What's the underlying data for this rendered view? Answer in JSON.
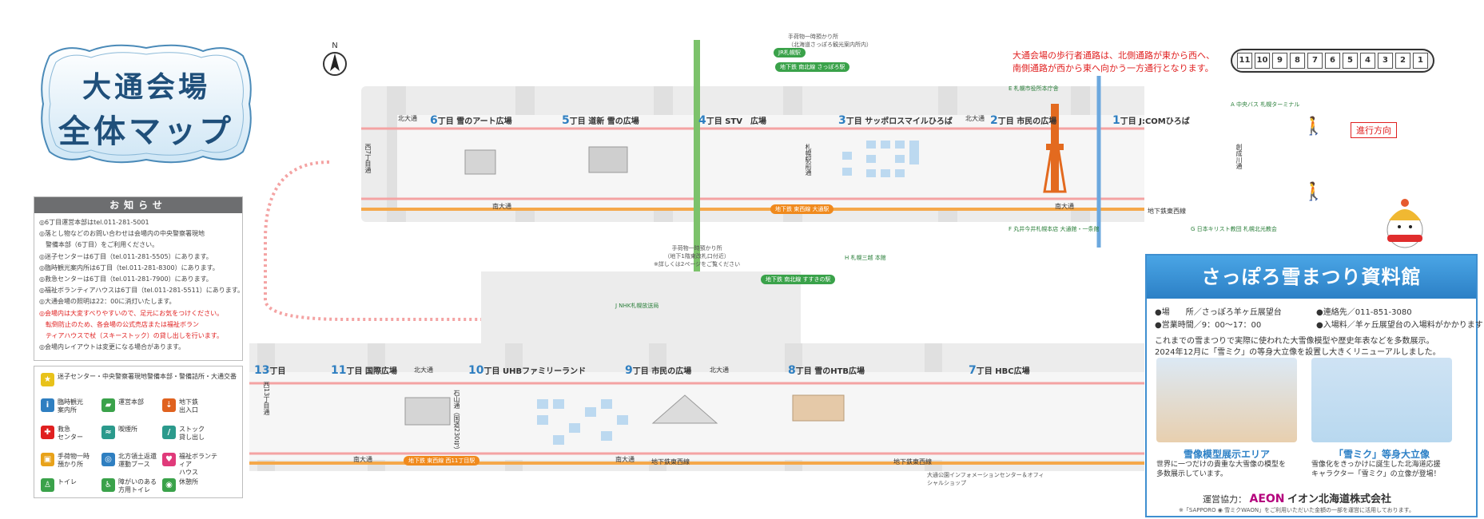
{
  "title": {
    "line1": "大通会場",
    "line2": "全体マップ"
  },
  "north_label": "N",
  "notice": {
    "heading": "お知らせ",
    "lines": [
      "◎6丁目運営本部はtel.011-281-5001",
      "◎落とし物などのお問い合わせは会場内の中央警察署現地",
      "　警備本部（6丁目）をご利用ください。",
      "◎迷子センターは6丁目（tel.011-281-5505）にあります。",
      "◎臨時観光案内所は6丁目（tel.011-281-8300）にあります。",
      "◎救急センターは6丁目（tel.011-281-7900）にあります。",
      "◎福祉ボランティアハウスは6丁目（tel.011-281-5511）にあります。",
      "◎大通会場の照明は22：00に消灯いたします。",
      "◎会場内は大変すべりやすいので、足元にお気をつけください。",
      "　転倒防止のため、各会場の公式売店または福祉ボラン",
      "　ティアハウスで杖（スキーストック）の貸し出しを行います。",
      "◎会場内レイアウトは変更になる場合があります。"
    ]
  },
  "legend": [
    {
      "icon": "star-icon",
      "color": "#e8c21a",
      "glyph": "★",
      "text": "迷子センター・中央警察署現地警備本部・警備詰所・大通交番"
    },
    {
      "icon": "info-icon",
      "color": "#2f7fc1",
      "glyph": "i",
      "text": "臨時観光\n案内所"
    },
    {
      "icon": "headquarters-icon",
      "color": "#3aa24a",
      "glyph": "▰",
      "text": "運営本部"
    },
    {
      "icon": "subway-icon",
      "color": "#e0621f",
      "glyph": "⇣",
      "text": "地下鉄\n出入口"
    },
    {
      "icon": "first-aid-icon",
      "color": "#e02020",
      "glyph": "✚",
      "text": "救急\nセンター"
    },
    {
      "icon": "smoking-icon",
      "color": "#2b9a8c",
      "glyph": "≈",
      "text": "喫煙所"
    },
    {
      "icon": "ski-stock-icon",
      "color": "#2b9a8c",
      "glyph": "/",
      "text": "ストック\n貸し出し"
    },
    {
      "icon": "luggage-icon",
      "color": "#e8a21a",
      "glyph": "▣",
      "text": "手荷物一時\n預かり所"
    },
    {
      "icon": "territory-booth-icon",
      "color": "#2f7fc1",
      "glyph": "◎",
      "text": "北方領土返還\n運動ブース"
    },
    {
      "icon": "welfare-icon",
      "color": "#e03a7a",
      "glyph": "♥",
      "text": "福祉ボランティア\nハウス"
    },
    {
      "icon": "toilet-icon",
      "color": "#3aa24a",
      "glyph": "♙",
      "text": "トイレ"
    },
    {
      "icon": "accessible-toilet-icon",
      "color": "#3aa24a",
      "glyph": "♿",
      "text": "障がいのある\n方用トイレ"
    },
    {
      "icon": "rest-area-icon",
      "color": "#3aa24a",
      "glyph": "◉",
      "text": "休憩所"
    }
  ],
  "top_note": {
    "line1": "大通会場の歩行者通路は、北側通路が東から西へ、",
    "line2": "南側通路が西から東へ向かう一方通行となります。"
  },
  "corner_numbers": [
    "11",
    "10",
    "9",
    "8",
    "7",
    "6",
    "5",
    "4",
    "3",
    "2",
    "1"
  ],
  "direction_label": "進行方向",
  "streets": {
    "north": "北大通",
    "south": "南大通",
    "subway_east_west": "地下鉄東西線",
    "west7": "西7丁目通",
    "sosei": "創成川通",
    "ishiyama": "石山通（国道230号）",
    "west13": "西13丁目通",
    "kyuei": "札幌駅前通"
  },
  "upper_blocks": [
    {
      "num": "6",
      "name": "雪のアート広場"
    },
    {
      "num": "5",
      "name": "道新 雪の広場"
    },
    {
      "num": "4",
      "name": "STV　広場"
    },
    {
      "num": "3",
      "name": "サッポロスマイルひろば"
    },
    {
      "num": "2",
      "name": "市民の広場"
    },
    {
      "num": "1",
      "name": "J:COMひろば"
    }
  ],
  "lower_blocks": [
    {
      "num": "13",
      "name": ""
    },
    {
      "num": "11",
      "name": "国際広場"
    },
    {
      "num": "10",
      "name": "UHBファミリーランド"
    },
    {
      "num": "9",
      "name": "市民の広場"
    },
    {
      "num": "8",
      "name": "雪のHTB広場"
    },
    {
      "num": "7",
      "name": "HBC広場"
    }
  ],
  "stations": {
    "jr": "JR札幌駅",
    "sapporo": "地下鉄 南北線 さっぽろ駅",
    "odori": "地下鉄 東西線 大通駅",
    "susukino": "地下鉄 南北線 すすきの駅",
    "nishi11": "地下鉄 東西線 西11丁目駅"
  },
  "luggage_notes": {
    "top": "手荷物一時預かり所",
    "top_sub": "（北海道さっぽろ観光案内所内）",
    "mid": "手荷物一時預かり所",
    "mid_sub": "（地下1階東改札口付近）",
    "mid_note": "※詳しくは2ページをご覧ください"
  },
  "facilities": {
    "e_office": "E 札幌市役所本庁舎",
    "f_marui": "F 丸井今井札幌本店 大通館・一条館",
    "g_bank": "G 日本キリスト教団 札幌北光教会",
    "h_mitsukoshi": "H 札幌三越 本館",
    "j_nhk": "J NHK札幌放送局",
    "a_bus": "A 中央バス 札幌ターミナル",
    "info_center": "大通公園インフォメーションセンター＆オフィシャルショップ"
  },
  "museum": {
    "title": "さっぽろ雪まつり資料館",
    "place_label": "●場　　所／さっぽろ羊ヶ丘展望台",
    "hours_label": "●営業時間／9：00～17：00",
    "contact_label": "●連絡先／011-851-3080",
    "fee_label": "●入場料／羊ヶ丘展望台の入場料がかかります",
    "desc1": "これまでの雪まつりで実際に使われた大雪像模型や歴史年表などを多数展示。",
    "desc2": "2024年12月に「雪ミク」の等身大立像を設置し大きくリニューアルしました。",
    "area1_title": "雪像模型展示エリア",
    "area1_text": "世界に一つだけの貴重な大雪像の模型を\n多数展示しています。",
    "area2_title": "「雪ミク」等身大立像",
    "area2_text": "雪像化をきっかけに誕生した北海道応援\nキャラクター「雪ミク」の立像が登場！",
    "cooperation": "運営協力：",
    "aeon_logo": "AEON",
    "aeon_name": "イオン北海道株式会社",
    "footnote": "※「SAPPORO ◉ 雪ミクWAON」をご利用いただいた金額の一部を運営に活用しております。"
  },
  "colors": {
    "path": "#f4a3a3",
    "road": "#d9d9d9",
    "subway_line": "#f5a84a",
    "green_line": "#7cc26b",
    "blue_line": "#6ca8de",
    "accent_red": "#e02020",
    "accent_blue": "#2f7fc1"
  }
}
